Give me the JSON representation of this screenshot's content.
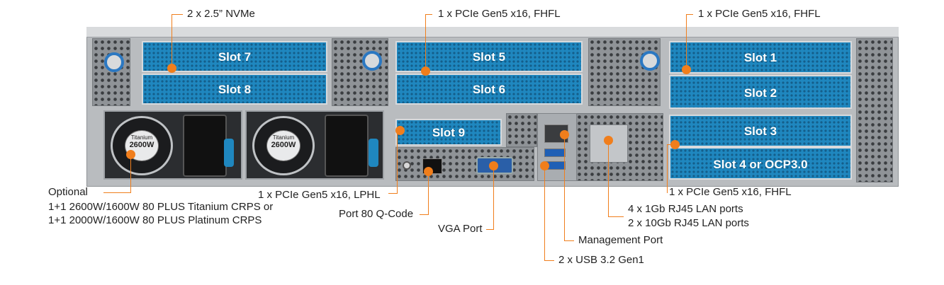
{
  "slots": {
    "slot7": "Slot 7",
    "slot8": "Slot 8",
    "slot5": "Slot 5",
    "slot6": "Slot 6",
    "slot1": "Slot 1",
    "slot2": "Slot 2",
    "slot3": "Slot 3",
    "slot4": "Slot 4 or OCP3.0",
    "slot9": "Slot 9"
  },
  "psu": {
    "brand": "Titanium",
    "watts": "2600W"
  },
  "callouts": {
    "nvme": "2 x 2.5” NVMe",
    "pcie_mid": "1 x PCIe Gen5 x16, FHFL",
    "pcie_right": "1 x PCIe Gen5 x16, FHFL",
    "psu_line1": "Optional",
    "psu_line2": "1+1 2600W/1600W 80 PLUS Titanium CRPS or",
    "psu_line3": "1+1 2000W/1600W 80 PLUS Platinum CRPS",
    "lphl": "1 x PCIe Gen5 x16, LPHL",
    "port80": "Port 80 Q-Code",
    "vga": "VGA Port",
    "usb": "2 x USB 3.2 Gen1",
    "mgmt": "Management Port",
    "lan_line1": "4 x 1Gb RJ45 LAN ports",
    "lan_line2": "2 x 10Gb RJ45 LAN ports",
    "pcie_lower": "1 x PCIe Gen5 x16, FHFL"
  },
  "colors": {
    "slot_blue": "#1f87bf",
    "callout_orange": "#f07e1c"
  }
}
